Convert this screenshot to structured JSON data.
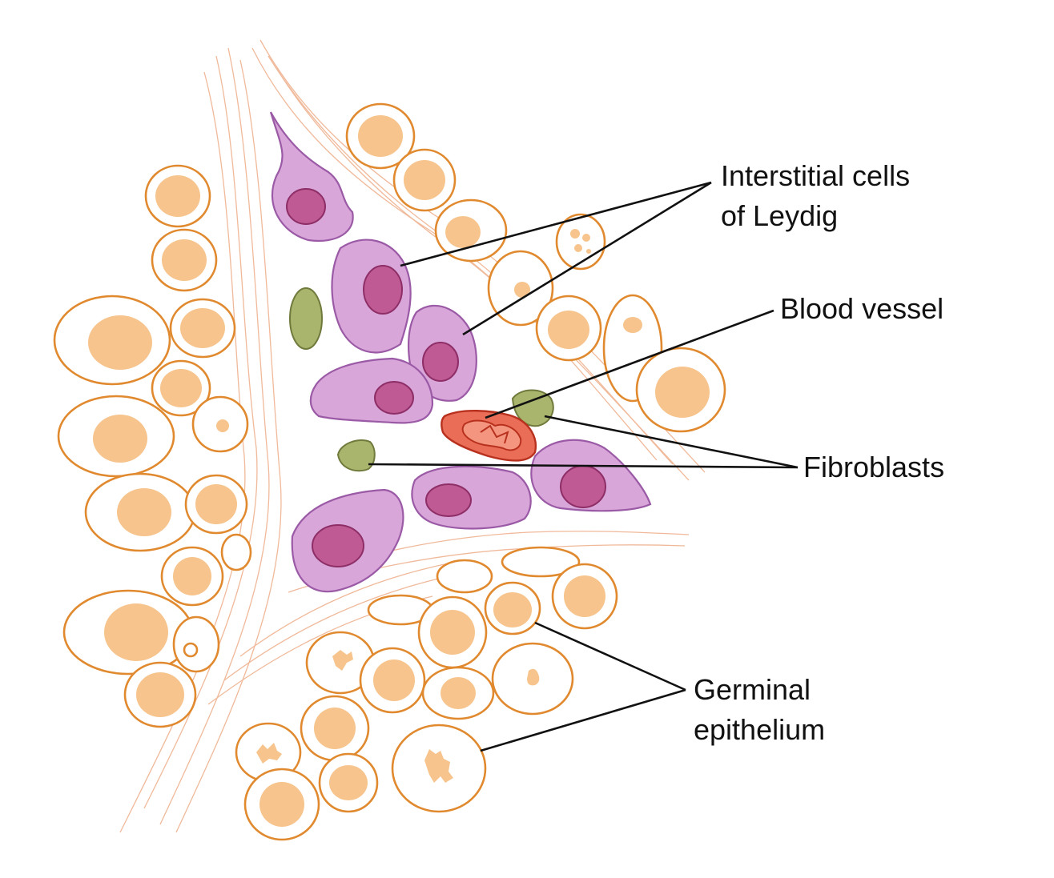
{
  "labels": {
    "leydig_line1": "Interstitial cells",
    "leydig_line2": "of Leydig",
    "blood_vessel": "Blood vessel",
    "fibroblasts": "Fibroblasts",
    "germinal_line1": "Germinal",
    "germinal_line2": "epithelium"
  },
  "colors": {
    "background": "#ffffff",
    "cell_outline": "#e0892e",
    "cell_nucleus": "#f6c48c",
    "leydig_cytoplasm": "#d9a6da",
    "leydig_nucleus": "#c05a94",
    "fibroblast": "#a9b46c",
    "blood_vessel": "#ea6d57",
    "connective_fibers": "#f0b99a"
  }
}
